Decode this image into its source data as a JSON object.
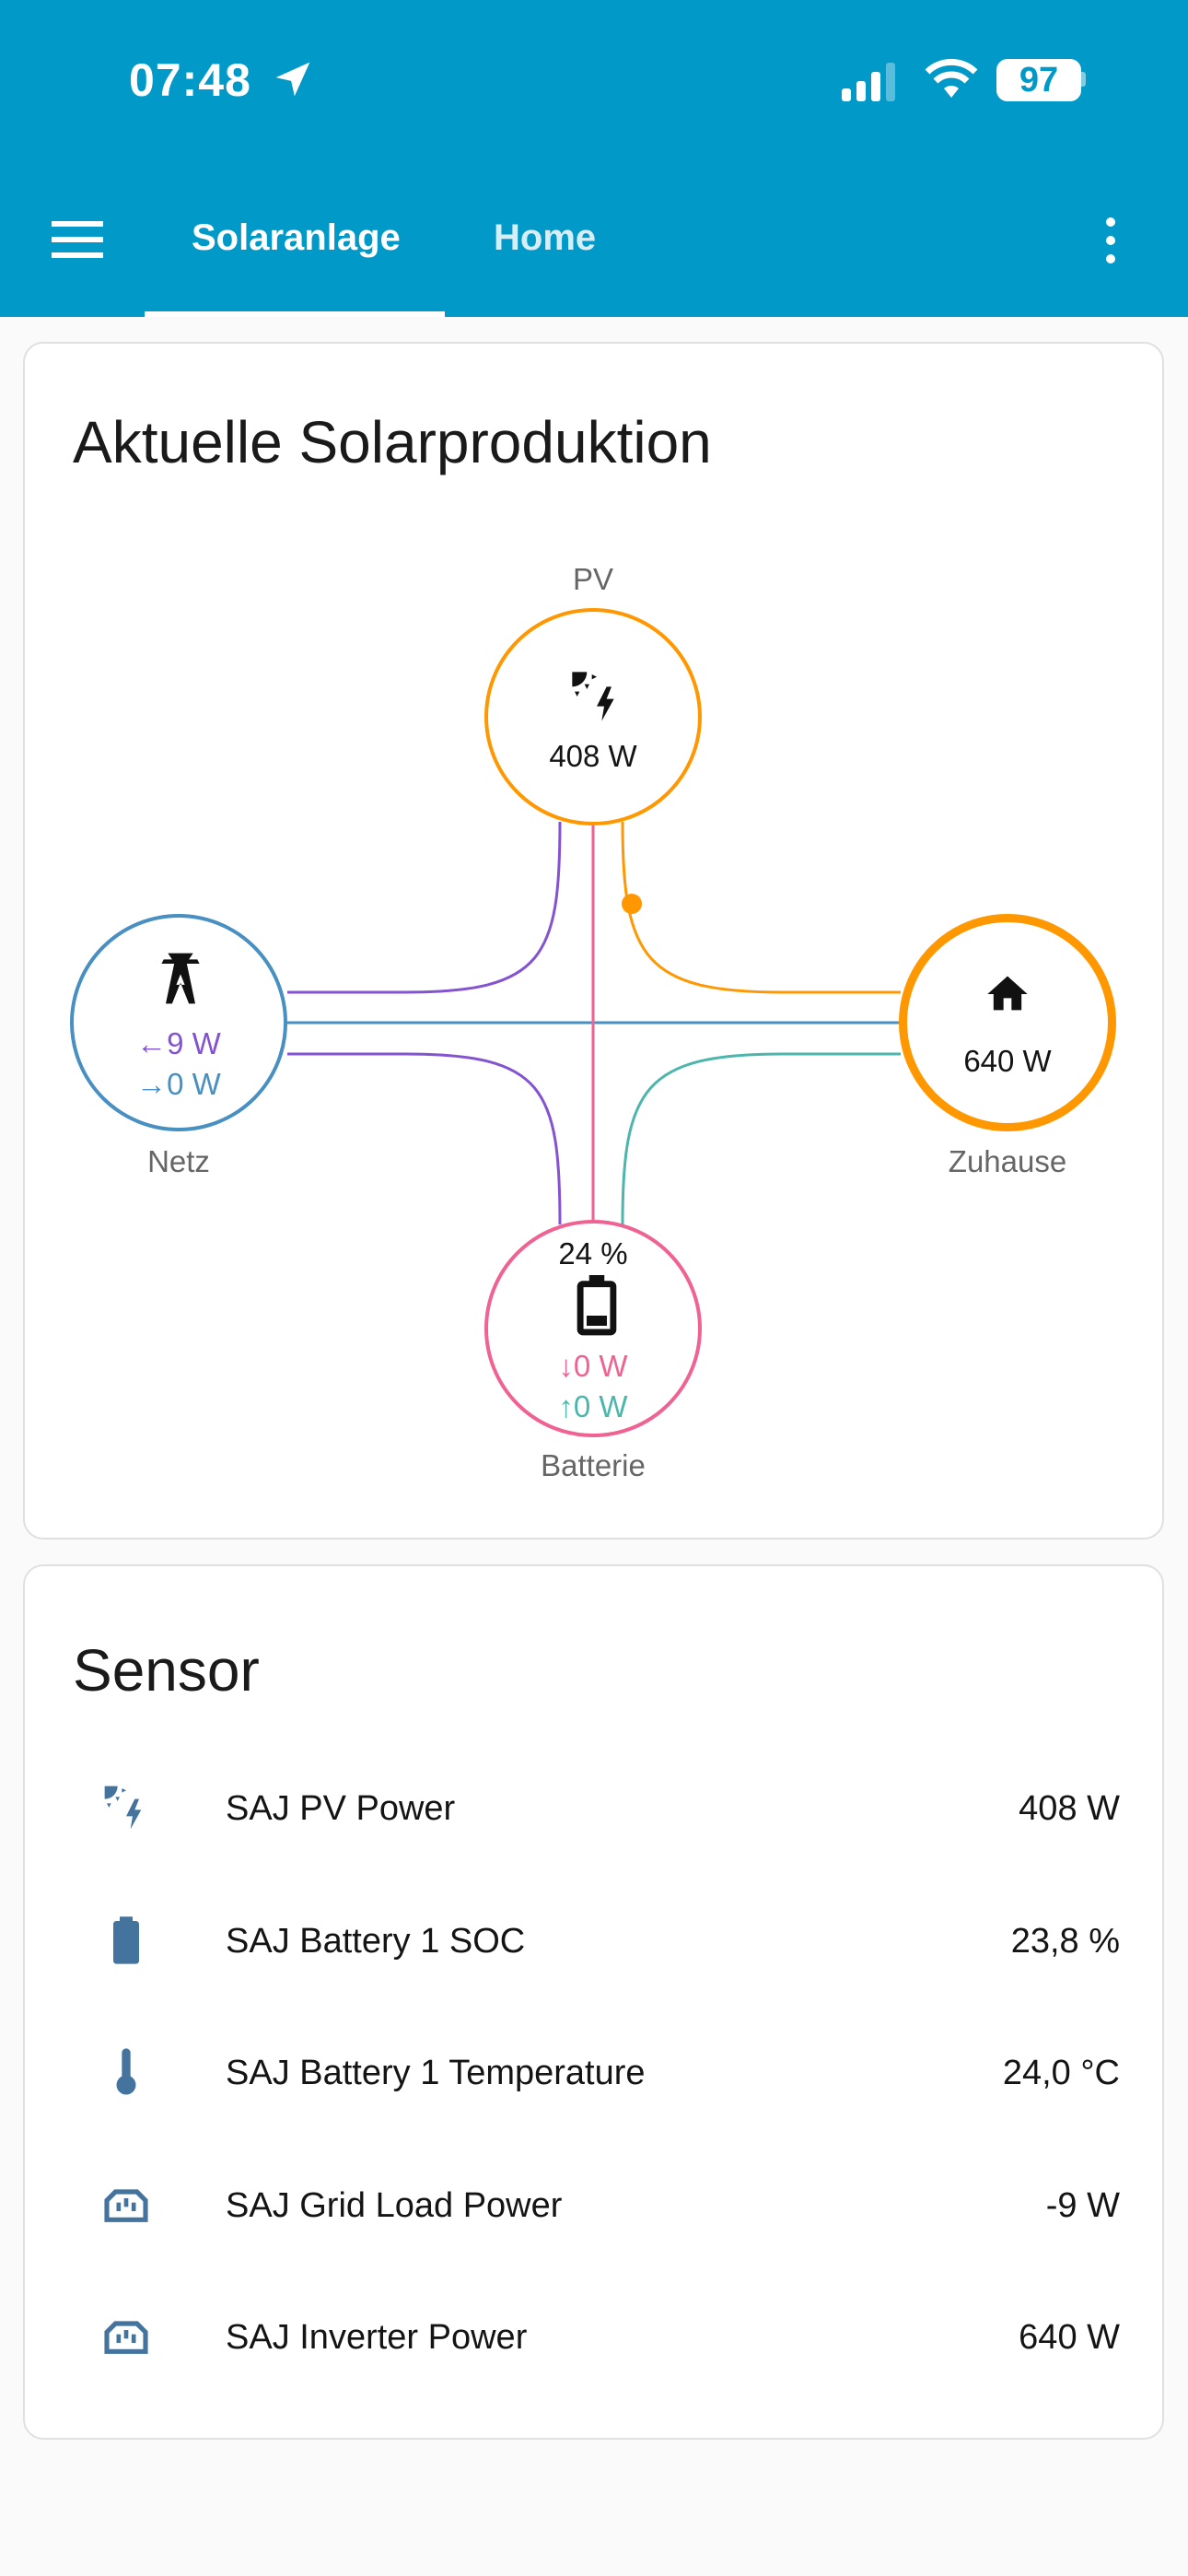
{
  "status_bar": {
    "time": "07:48",
    "battery": "97"
  },
  "header": {
    "tabs": [
      {
        "label": "Solaranlage",
        "active": true
      },
      {
        "label": "Home",
        "active": false
      }
    ]
  },
  "energy_card": {
    "title": "Aktuelle Solarproduktion",
    "pv": {
      "label": "PV",
      "value": "408 W"
    },
    "grid": {
      "label": "Netz",
      "import": "9 W",
      "export": "0 W",
      "import_arrow": "←",
      "export_arrow": "→"
    },
    "home": {
      "label": "Zuhause",
      "value": "640 W"
    },
    "battery": {
      "label": "Batterie",
      "soc": "24 %",
      "in": "0 W",
      "out": "0 W",
      "in_arrow": "↓",
      "out_arrow": "↑"
    },
    "colors": {
      "pv": "#ff9800",
      "grid": "#488fc2",
      "grid_return": "#8353d1",
      "battery": "#f06292",
      "battery_out": "#4db6ac"
    }
  },
  "sensor_card": {
    "title": "Sensor",
    "rows": [
      {
        "icon": "solar-power-icon",
        "name": "SAJ PV Power",
        "value": "408 W"
      },
      {
        "icon": "battery-icon",
        "name": "SAJ Battery 1 SOC",
        "value": "23,8 %"
      },
      {
        "icon": "thermometer-icon",
        "name": "SAJ Battery 1 Temperature",
        "value": "24,0 °C"
      },
      {
        "icon": "power-socket-icon",
        "name": "SAJ Grid Load Power",
        "value": "-9 W"
      },
      {
        "icon": "power-socket-icon",
        "name": "SAJ Inverter Power",
        "value": "640 W"
      }
    ]
  }
}
